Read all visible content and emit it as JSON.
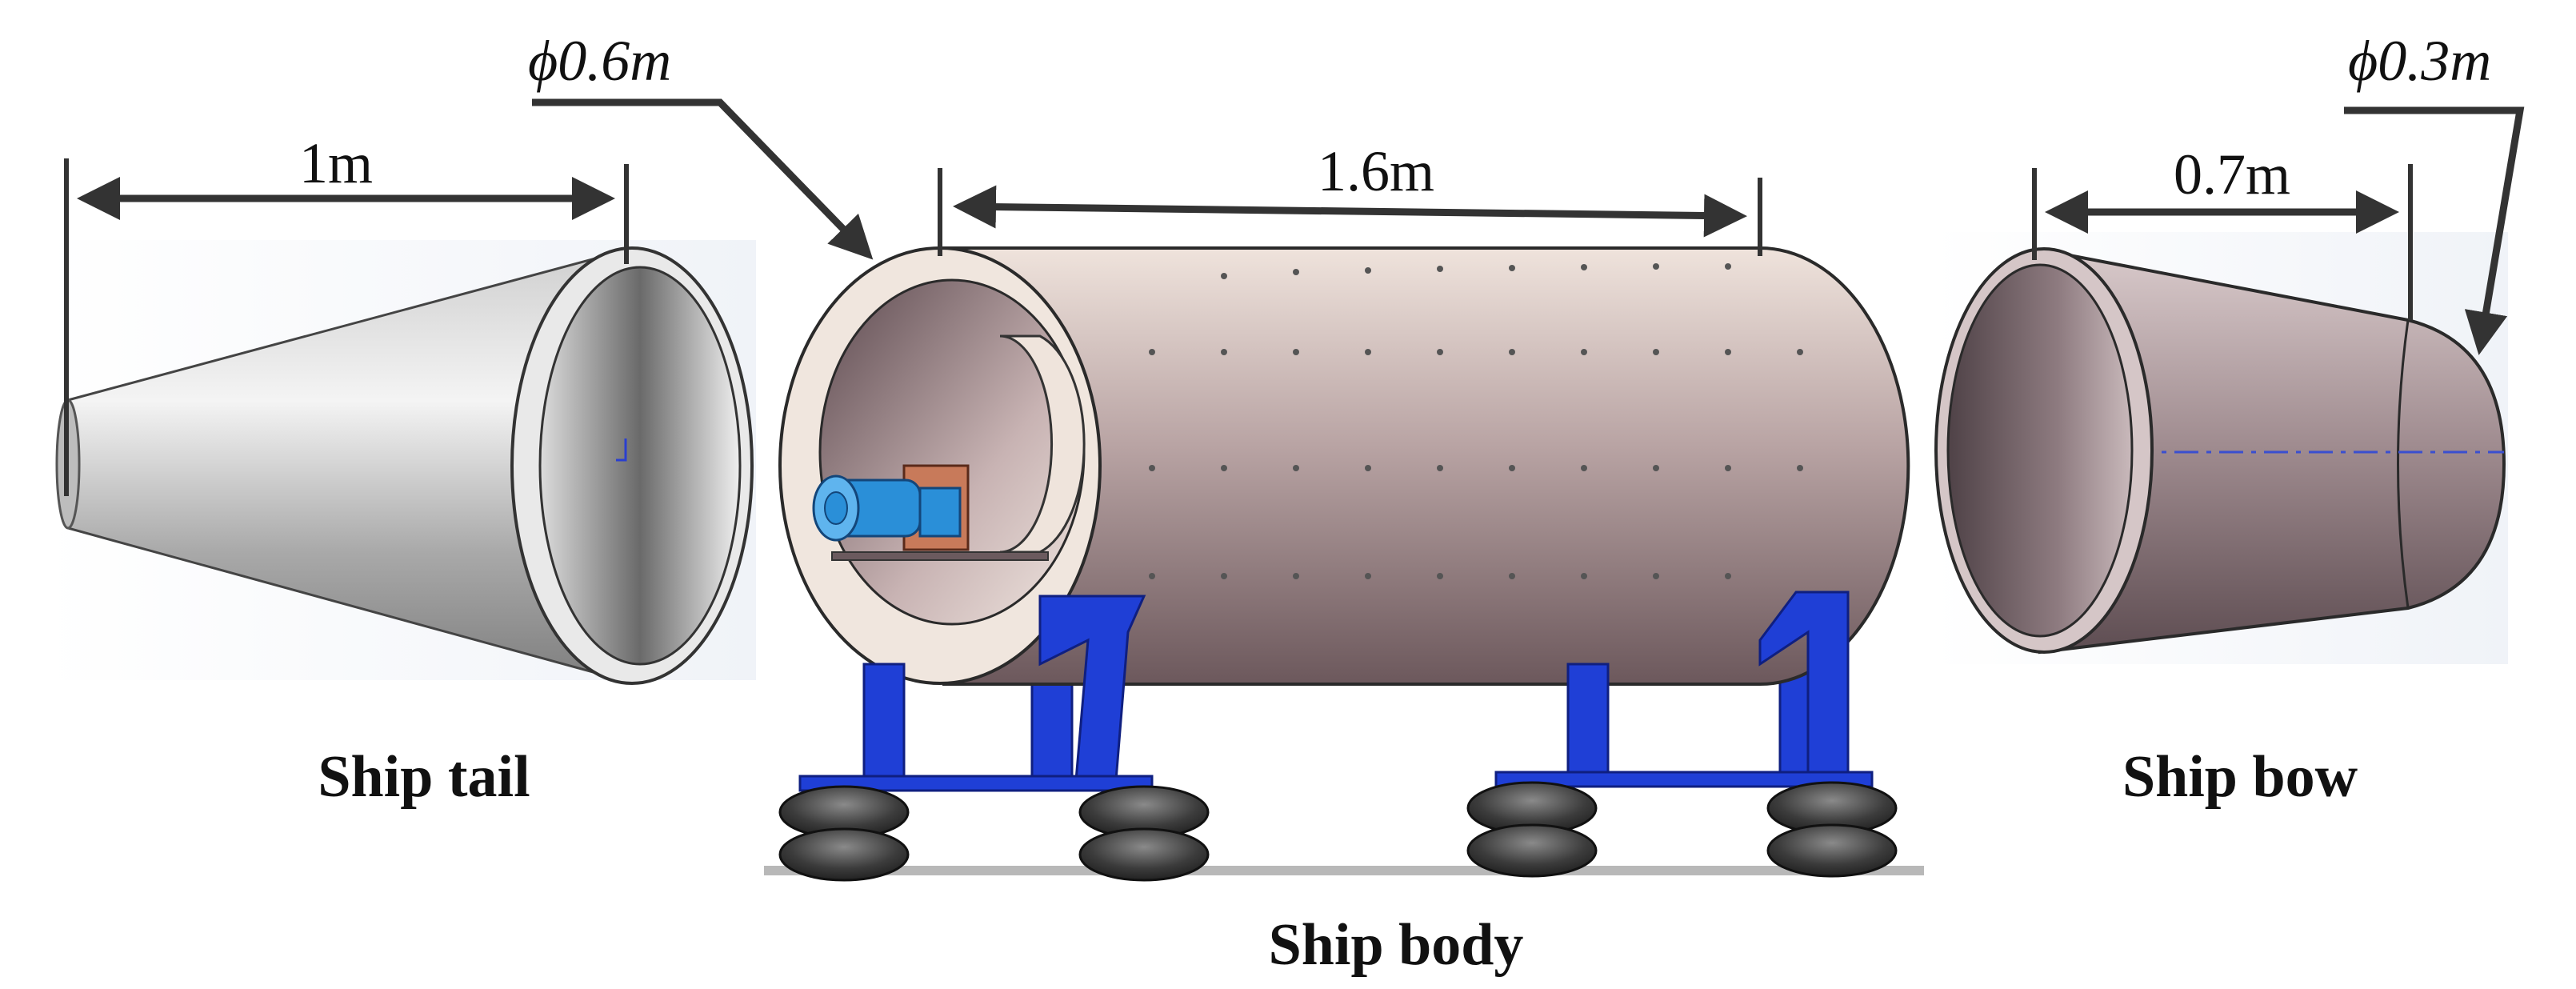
{
  "figure": {
    "parts": [
      {
        "key": "tail",
        "caption": "Ship tail",
        "length_label": "1m"
      },
      {
        "key": "body",
        "caption": "Ship body",
        "length_label": "1.6m",
        "diameter_label": "ϕ0.6m"
      },
      {
        "key": "bow",
        "caption": "Ship bow",
        "length_label": "0.7m",
        "diameter_label": "ϕ0.3m"
      }
    ]
  },
  "colors": {
    "shell_light": "#e4d7d1",
    "shell_dark": "#6e5a5e",
    "tail_light": "#f2f2f2",
    "tail_dark": "#8e8e8e",
    "support_blue": "#1f3fd6",
    "airbag_dark": "#2f2f2f",
    "motor_blue": "#2a8fd8",
    "dimension_line": "#333333"
  }
}
